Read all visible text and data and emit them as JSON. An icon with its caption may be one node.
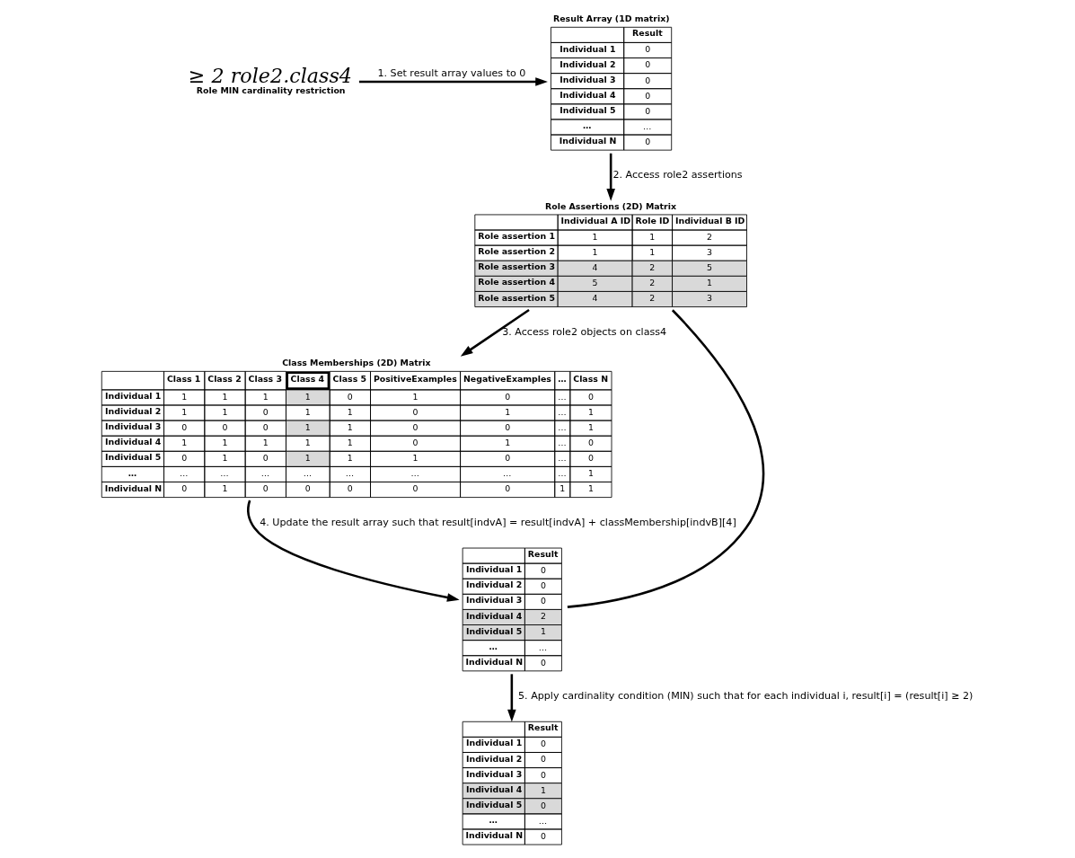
{
  "diagram": {
    "nodes": [
      {
        "text": [
          "≥ 2 role2.class4"
        ],
        "beside": [
          "Role MIN cardinality restriction"
        ]
      },
      {
        "text": [
          "Result Array (1D matrix)",
          "Result",
          "Individual 1",
          "0",
          "Individual 2",
          "0",
          "Individual 3",
          "0",
          "Individual 4",
          "0",
          "Individual 5",
          "0",
          "…",
          "…",
          "Individual N",
          "0"
        ]
      },
      {
        "text": [
          "Role Assertions (2D) Matrix",
          "Individual A ID",
          "Role ID",
          "Individual B ID",
          "Role assertion 1",
          "1",
          "1",
          "2",
          "Role assertion 2",
          "1",
          "1",
          "3",
          "Role assertion 3",
          "4",
          "2",
          "5",
          "Role assertion 4",
          "5",
          "2",
          "1",
          "Role assertion 5",
          "4",
          "2",
          "3"
        ]
      },
      {
        "text": [
          "Class Memberships (2D) Matrix",
          "Class 1",
          "Class 2",
          "Class 3",
          "Class 4",
          "Class 5",
          "PositiveExamples",
          "NegativeExamples",
          "…",
          "Class N",
          "Individual 1",
          "1",
          "1",
          "1",
          "1",
          "0",
          "1",
          "0",
          "…",
          "0",
          "Individual 2",
          "1",
          "1",
          "0",
          "1",
          "1",
          "0",
          "1",
          "…",
          "1",
          "Individual 3",
          "0",
          "0",
          "0",
          "1",
          "1",
          "0",
          "0",
          "…",
          "1",
          "Individual 4",
          "1",
          "1",
          "1",
          "1",
          "1",
          "0",
          "1",
          "…",
          "0",
          "Individual 5",
          "0",
          "1",
          "0",
          "1",
          "1",
          "1",
          "0",
          "…",
          "0",
          "…",
          "…",
          "…",
          "…",
          "…",
          "…",
          "…",
          "…",
          "…",
          "1",
          "Individual N",
          "0",
          "1",
          "0",
          "0",
          "0",
          "0",
          "0",
          "1",
          "1"
        ]
      },
      {
        "text": [
          "Result",
          "Individual 1",
          "0",
          "Individual 2",
          "0",
          "Individual 3",
          "0",
          "Individual 4",
          "2",
          "Individual 5",
          "1",
          "…",
          "…",
          "Individual N",
          "0"
        ]
      },
      {
        "text": [
          "Result",
          "Individual 1",
          "0",
          "Individual 2",
          "0",
          "Individual 3",
          "0",
          "Individual 4",
          "1",
          "Individual 5",
          "0",
          "…",
          "…",
          "Individual N",
          "0"
        ]
      }
    ],
    "edges": [
      {
        "from": 0,
        "to": 1,
        "arrow": "to",
        "label": "1. Set result array values to 0"
      },
      {
        "from": 1,
        "to": 2,
        "arrow": "to",
        "label": "2. Access role2 assertions"
      },
      {
        "from": 2,
        "to": 3,
        "arrow": "to",
        "label": "3. Access role2 objects on class4"
      },
      {
        "from": 3,
        "to": 4,
        "arrow": "to",
        "label": "4. Update the result array such that result[indvA] = result[indvA] + classMembership[indvB][4]"
      },
      {
        "from": 2,
        "to": 4,
        "arrow": "none"
      },
      {
        "from": 4,
        "to": 5,
        "arrow": "to",
        "label": "5. Apply cardinality condition (MIN) such that for each individual i, result[i] = (result[i] ≥ 2)"
      }
    ]
  }
}
